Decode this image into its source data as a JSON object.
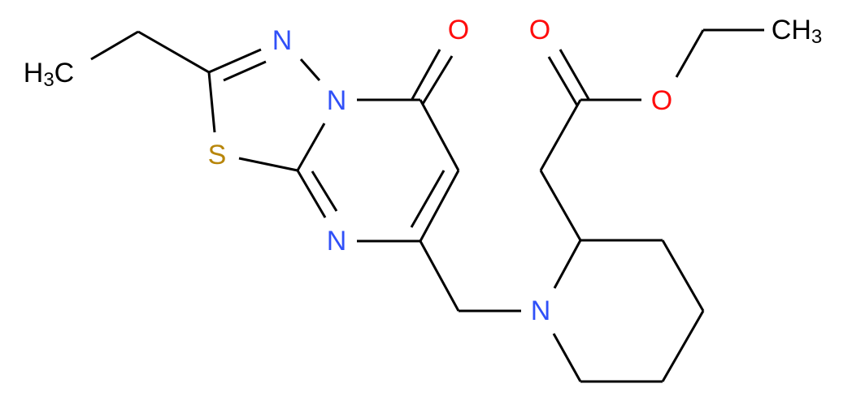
{
  "molecule": {
    "colors": {
      "carbon": "#000000",
      "nitrogen": "#3050F8",
      "oxygen": "#FF0D0D",
      "sulfur": "#B8860B"
    },
    "atoms": {
      "methyl_left": {
        "h": "H",
        "count": "3",
        "c": "C"
      },
      "n_triazole_top": "N",
      "n_bridgehead": "N",
      "o_ketone": "O",
      "s_thiadiazole": "S",
      "n_pyrimidine": "N",
      "n_piperidine": "N",
      "o_ester_carbonyl": "O",
      "o_ester_ether": "O",
      "methyl_right": {
        "c": "CH",
        "count": "3"
      }
    }
  }
}
